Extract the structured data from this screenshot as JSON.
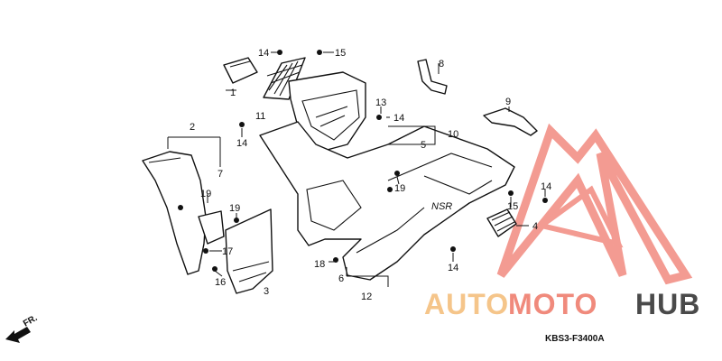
{
  "diagram": {
    "part_code": "KBS3-F3400A",
    "direction_label": "FR.",
    "callouts": [
      "1",
      "2",
      "3",
      "4",
      "5",
      "6",
      "7",
      "8",
      "9",
      "10",
      "11",
      "12",
      "13",
      "14",
      "15",
      "16",
      "17",
      "18",
      "19"
    ]
  },
  "watermark": {
    "word_1": "AUTO",
    "word_2": "MOTO",
    "word_3": "HUB",
    "colors": {
      "auto": "#f5c58a",
      "moto": "#f08a7c",
      "hub": "#4a4a4a",
      "logo": "#f07a6e"
    }
  }
}
